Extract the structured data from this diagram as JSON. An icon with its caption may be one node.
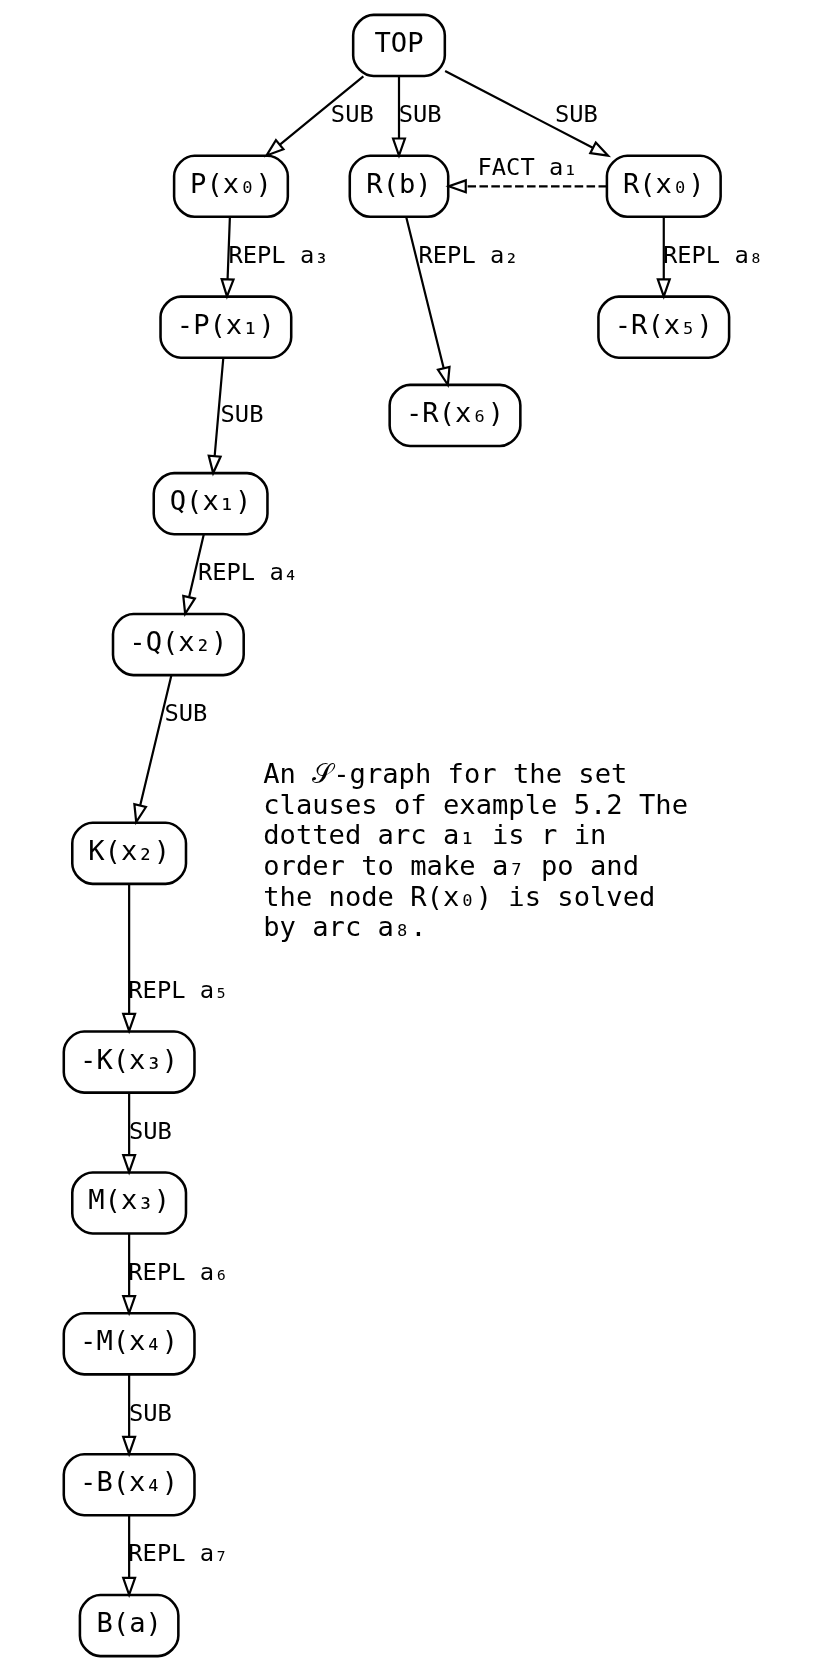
{
  "diagram": {
    "nodes": [
      {
        "text": [
          "TOP"
        ]
      },
      {
        "text": [
          "P(x₀)"
        ]
      },
      {
        "text": [
          "R(b)"
        ]
      },
      {
        "text": [
          "R(x₀)"
        ]
      },
      {
        "text": [
          "-P(x₁)"
        ]
      },
      {
        "text": [
          "-R(x₆)"
        ]
      },
      {
        "text": [
          "-R(x₅)"
        ]
      },
      {
        "text": [
          "Q(x₁)"
        ]
      },
      {
        "text": [
          "-Q(x₂)"
        ]
      },
      {
        "text": [
          "K(x₂)"
        ]
      },
      {
        "text": [
          "-K(x₃)"
        ]
      },
      {
        "text": [
          "M(x₃)"
        ]
      },
      {
        "text": [
          "-M(x₄)"
        ]
      },
      {
        "text": [
          "-B(x₄)"
        ]
      },
      {
        "text": [
          "B(a)"
        ]
      }
    ],
    "edges": [
      {
        "from": 0,
        "to": 1,
        "arrow": "to",
        "label": "SUB"
      },
      {
        "from": 0,
        "to": 2,
        "arrow": "to",
        "label": "SUB"
      },
      {
        "from": 0,
        "to": 3,
        "arrow": "to",
        "label": "SUB"
      },
      {
        "from": 3,
        "to": 2,
        "arrow": "to",
        "label": "FACT a₁",
        "style": "dashed"
      },
      {
        "from": 1,
        "to": 4,
        "arrow": "to",
        "label": "REPL a₃"
      },
      {
        "from": 2,
        "to": 5,
        "arrow": "to",
        "label": "REPL a₂"
      },
      {
        "from": 3,
        "to": 6,
        "arrow": "to",
        "label": "REPL a₈"
      },
      {
        "from": 4,
        "to": 7,
        "arrow": "to",
        "label": "SUB"
      },
      {
        "from": 7,
        "to": 8,
        "arrow": "to",
        "label": "REPL a₄"
      },
      {
        "from": 8,
        "to": 9,
        "arrow": "to",
        "label": "SUB"
      },
      {
        "from": 9,
        "to": 10,
        "arrow": "to",
        "label": "REPL a₅"
      },
      {
        "from": 10,
        "to": 11,
        "arrow": "to",
        "label": "SUB"
      },
      {
        "from": 11,
        "to": 12,
        "arrow": "to",
        "label": "REPL a₆"
      },
      {
        "from": 12,
        "to": 13,
        "arrow": "to",
        "label": "SUB"
      },
      {
        "from": 13,
        "to": 14,
        "arrow": "to",
        "label": "REPL a₇"
      }
    ],
    "labels": [
      "An 𝒮-graph for the set clauses of example 5.2 The dotted arc a₁ is r in order to make a₇ po and the node R(x₀) is solved by arc a₈."
    ]
  }
}
